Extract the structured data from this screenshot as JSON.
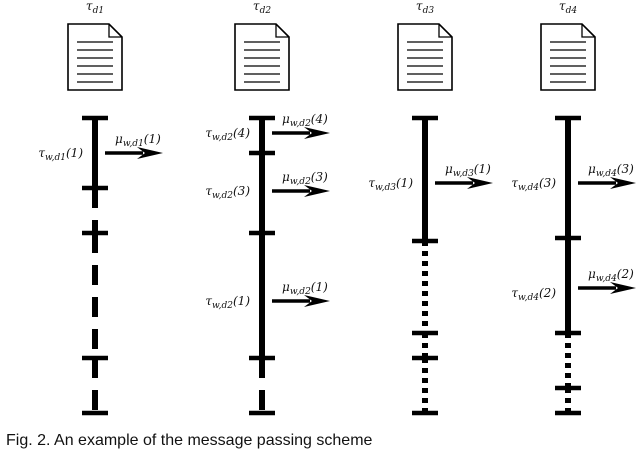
{
  "columns": [
    {
      "id": "d1",
      "title": "τ_d1",
      "segments": [
        {
          "from": 0,
          "to": 70,
          "style": "solid"
        },
        {
          "from": 70,
          "to": 115,
          "style": "dashed"
        },
        {
          "from": 115,
          "to": 240,
          "style": "dashed"
        },
        {
          "from": 240,
          "to": 295,
          "style": "dashed"
        }
      ],
      "ticks": [
        0,
        70,
        115,
        240,
        295
      ],
      "left_labels": [
        {
          "at": 35,
          "text": "τ_w,d1(1)"
        }
      ],
      "messages": [
        {
          "at": 35,
          "text": "μ_w,d1(1)"
        }
      ]
    },
    {
      "id": "d2",
      "title": "τ_d2",
      "segments": [
        {
          "from": 0,
          "to": 35,
          "style": "solid"
        },
        {
          "from": 35,
          "to": 115,
          "style": "solid"
        },
        {
          "from": 115,
          "to": 240,
          "style": "solid"
        },
        {
          "from": 240,
          "to": 295,
          "style": "dashed"
        }
      ],
      "ticks": [
        0,
        35,
        115,
        240,
        295
      ],
      "left_labels": [
        {
          "at": 15,
          "text": "τ_w,d2(4)"
        },
        {
          "at": 73,
          "text": "τ_w,d2(3)"
        },
        {
          "at": 183,
          "text": "τ_w,d2(1)"
        }
      ],
      "messages": [
        {
          "at": 15,
          "text": "μ_w,d2(4)"
        },
        {
          "at": 73,
          "text": "μ_w,d2(3)"
        },
        {
          "at": 183,
          "text": "μ_w,d2(1)"
        }
      ]
    },
    {
      "id": "d3",
      "title": "τ_d3",
      "segments": [
        {
          "from": 0,
          "to": 123,
          "style": "solid"
        },
        {
          "from": 123,
          "to": 215,
          "style": "dotted"
        },
        {
          "from": 215,
          "to": 240,
          "style": "dotted"
        },
        {
          "from": 240,
          "to": 295,
          "style": "dotted"
        }
      ],
      "ticks": [
        0,
        123,
        215,
        240,
        295
      ],
      "left_labels": [
        {
          "at": 65,
          "text": "τ_w,d3(1)"
        }
      ],
      "messages": [
        {
          "at": 65,
          "text": "μ_w,d3(1)"
        }
      ]
    },
    {
      "id": "d4",
      "title": "τ_d4",
      "segments": [
        {
          "from": 0,
          "to": 120,
          "style": "solid"
        },
        {
          "from": 120,
          "to": 215,
          "style": "solid"
        },
        {
          "from": 215,
          "to": 270,
          "style": "dotted"
        },
        {
          "from": 270,
          "to": 295,
          "style": "dotted"
        }
      ],
      "ticks": [
        0,
        120,
        215,
        270,
        295
      ],
      "left_labels": [
        {
          "at": 65,
          "text": "τ_w,d4(3)"
        },
        {
          "at": 175,
          "text": "τ_w,d4(2)"
        }
      ],
      "messages": [
        {
          "at": 65,
          "text": "μ_w,d4(3)"
        },
        {
          "at": 170,
          "text": "μ_w,d4(2)"
        }
      ]
    }
  ],
  "caption": "Fig. 2.  An example of  the message passing scheme"
}
